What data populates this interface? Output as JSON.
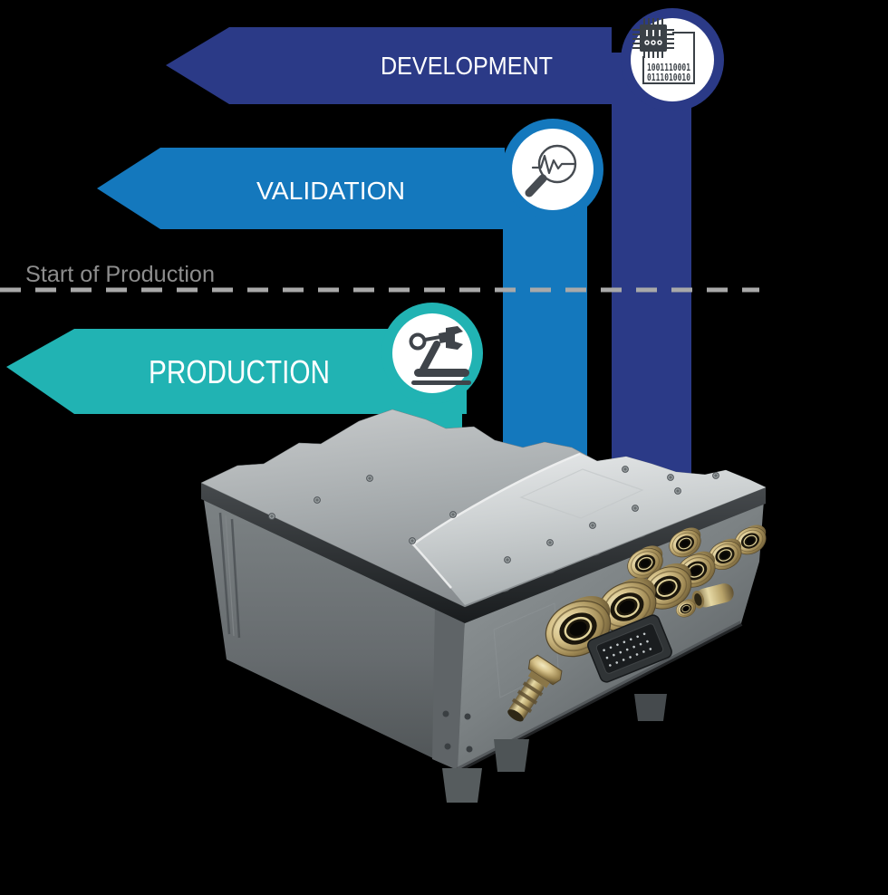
{
  "background": "#000000",
  "phases": [
    {
      "id": "development",
      "label": "DEVELOPMENT",
      "label_color": "#ffffff",
      "color": "#2b3a87",
      "icon": "chip-binary-icon",
      "icon_color": "#3b4147",
      "binary_lines": [
        "1001110001",
        "0111010010"
      ]
    },
    {
      "id": "validation",
      "label": "VALIDATION",
      "label_color": "#ffffff",
      "color": "#1478bd",
      "icon": "magnifier-waveform-icon",
      "icon_color": "#474c52"
    },
    {
      "id": "production",
      "label": "PRODUCTION",
      "label_color": "#ffffff",
      "color": "#21b3b3",
      "icon": "robot-arm-icon",
      "icon_color": "#3f444a"
    }
  ],
  "milestone": {
    "label": "Start of Production",
    "text_color": "#8d8d8d",
    "line_color": "#a9a9a9"
  },
  "product": {
    "alt": "Ruggedized electronic control unit enclosure with brass cable glands, 3D render"
  }
}
